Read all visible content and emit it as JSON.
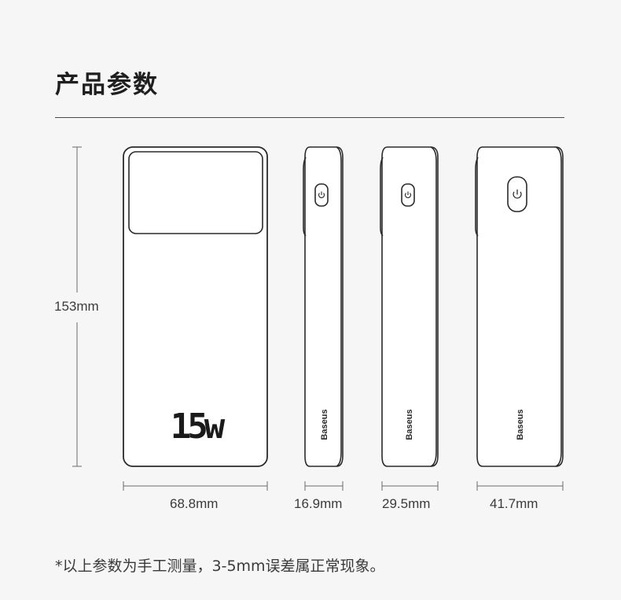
{
  "header": {
    "title": "产品参数"
  },
  "dimensions": {
    "height": "153mm",
    "width_front": "68.8mm",
    "thickness_side_1": "16.9mm",
    "thickness_side_2": "29.5mm",
    "thickness_side_3": "41.7mm"
  },
  "product": {
    "power_label": "15w",
    "brand_label": "Baseus",
    "power_icon": "power-icon"
  },
  "footer": {
    "note": "*以上参数为手工测量，3-5mm误差属正常现象。"
  },
  "colors": {
    "background": "#f6f6f6",
    "line": "#2a2a2a",
    "device_fill": "#ffffff"
  }
}
